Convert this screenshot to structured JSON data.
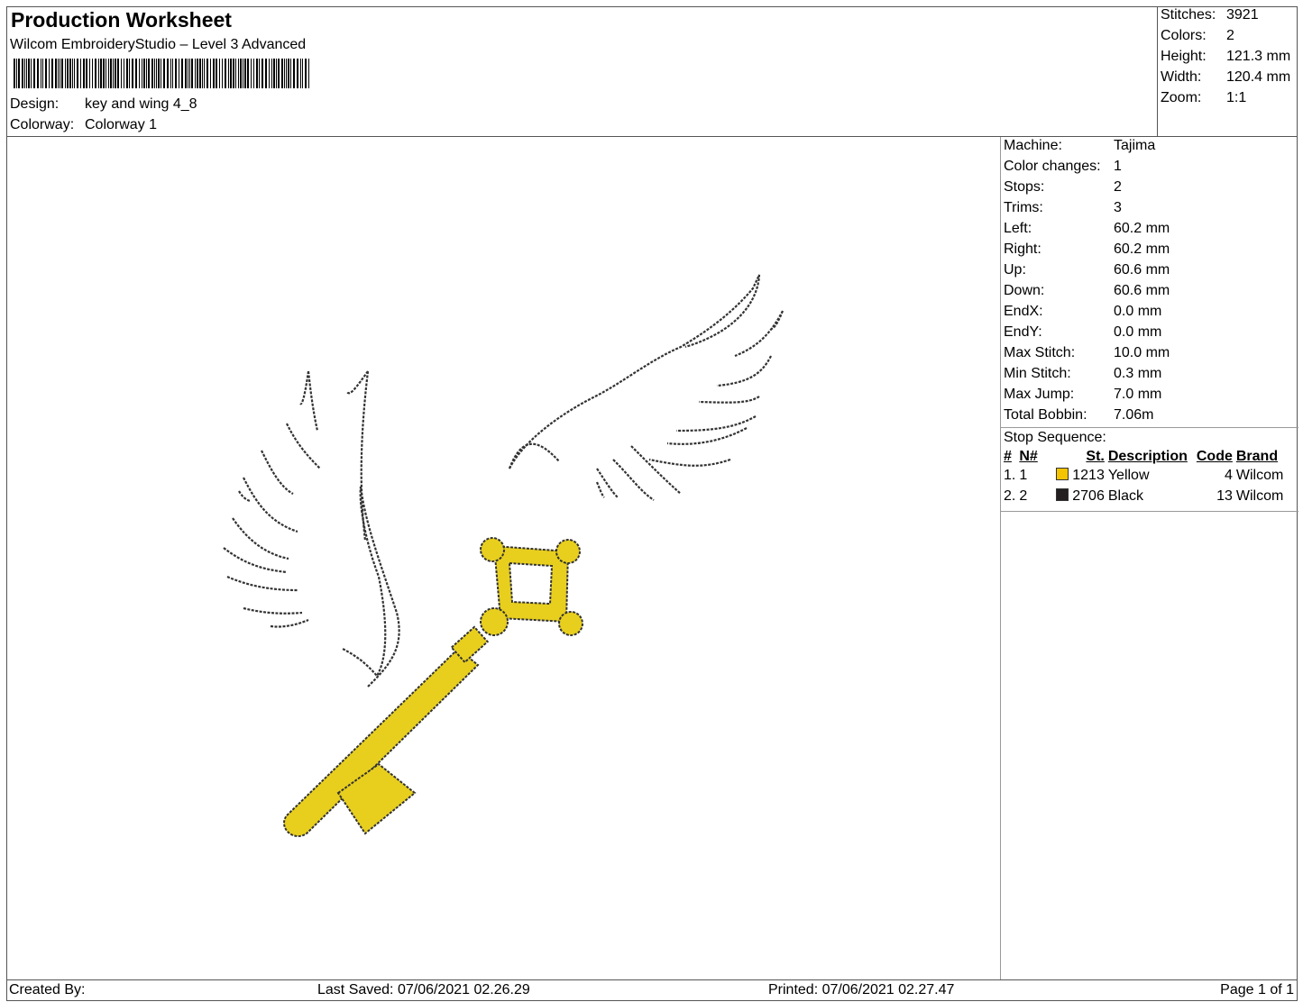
{
  "header": {
    "title": "Production Worksheet",
    "subtitle": "Wilcom EmbroideryStudio – Level 3 Advanced",
    "design_label": "Design:",
    "design": "key and wing 4_8",
    "colorway_label": "Colorway:",
    "colorway": "Colorway 1"
  },
  "summary": [
    {
      "label": "Stitches:",
      "value": "3921"
    },
    {
      "label": "Colors:",
      "value": "2"
    },
    {
      "label": "Height:",
      "value": "121.3 mm"
    },
    {
      "label": "Width:",
      "value": "120.4 mm"
    },
    {
      "label": "Zoom:",
      "value": "1:1"
    }
  ],
  "details": [
    {
      "label": "Machine:",
      "value": "Tajima"
    },
    {
      "label": "Color changes:",
      "value": "1"
    },
    {
      "label": "Stops:",
      "value": "2"
    },
    {
      "label": "Trims:",
      "value": "3"
    },
    {
      "label": "Left:",
      "value": "60.2 mm"
    },
    {
      "label": "Right:",
      "value": "60.2 mm"
    },
    {
      "label": "Up:",
      "value": "60.6 mm"
    },
    {
      "label": "Down:",
      "value": "60.6 mm"
    },
    {
      "label": "EndX:",
      "value": "0.0 mm"
    },
    {
      "label": "EndY:",
      "value": "0.0 mm"
    },
    {
      "label": "Max Stitch:",
      "value": "10.0 mm"
    },
    {
      "label": "Min Stitch:",
      "value": "0.3 mm"
    },
    {
      "label": "Max Jump:",
      "value": "7.0 mm"
    },
    {
      "label": "Total Bobbin:",
      "value": "7.06m"
    }
  ],
  "stop_sequence": {
    "title": "Stop Sequence:",
    "headers": [
      "#",
      "N#",
      "St.",
      "Description",
      "Code",
      "Brand"
    ],
    "rows": [
      {
        "num": "1.",
        "n": "1",
        "color": "#f5c400",
        "st": "1213",
        "desc": "Yellow",
        "code": "4",
        "brand": "Wilcom"
      },
      {
        "num": "2.",
        "n": "2",
        "color": "#231f20",
        "st": "2706",
        "desc": "Black",
        "code": "13",
        "brand": "Wilcom"
      }
    ]
  },
  "footer": {
    "created": "Created By:",
    "saved": "Last Saved: 07/06/2021 02.26.29",
    "printed": "Printed: 07/06/2021 02.27.47",
    "page": "Page 1 of 1"
  },
  "colors": {
    "key_fill": "#e8cf1e",
    "stitch": "#333333"
  }
}
